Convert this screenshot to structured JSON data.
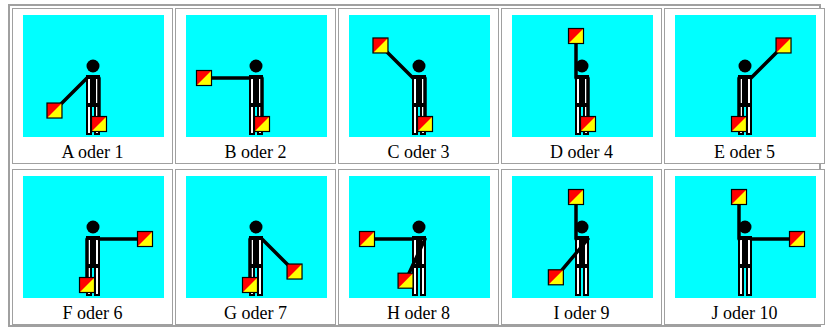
{
  "diagram": {
    "nodes": [
      {
        "text": [
          "A oder 1"
        ]
      },
      {
        "text": [
          "B oder 2"
        ]
      },
      {
        "text": [
          "C oder 3"
        ]
      },
      {
        "text": [
          "D oder 4"
        ]
      },
      {
        "text": [
          "E oder 5"
        ]
      },
      {
        "text": [
          "F oder 6"
        ]
      },
      {
        "text": [
          "G oder 7"
        ]
      },
      {
        "text": [
          "H oder 8"
        ]
      },
      {
        "text": [
          "I oder 9"
        ]
      },
      {
        "text": [
          "J oder 10"
        ]
      }
    ]
  }
}
